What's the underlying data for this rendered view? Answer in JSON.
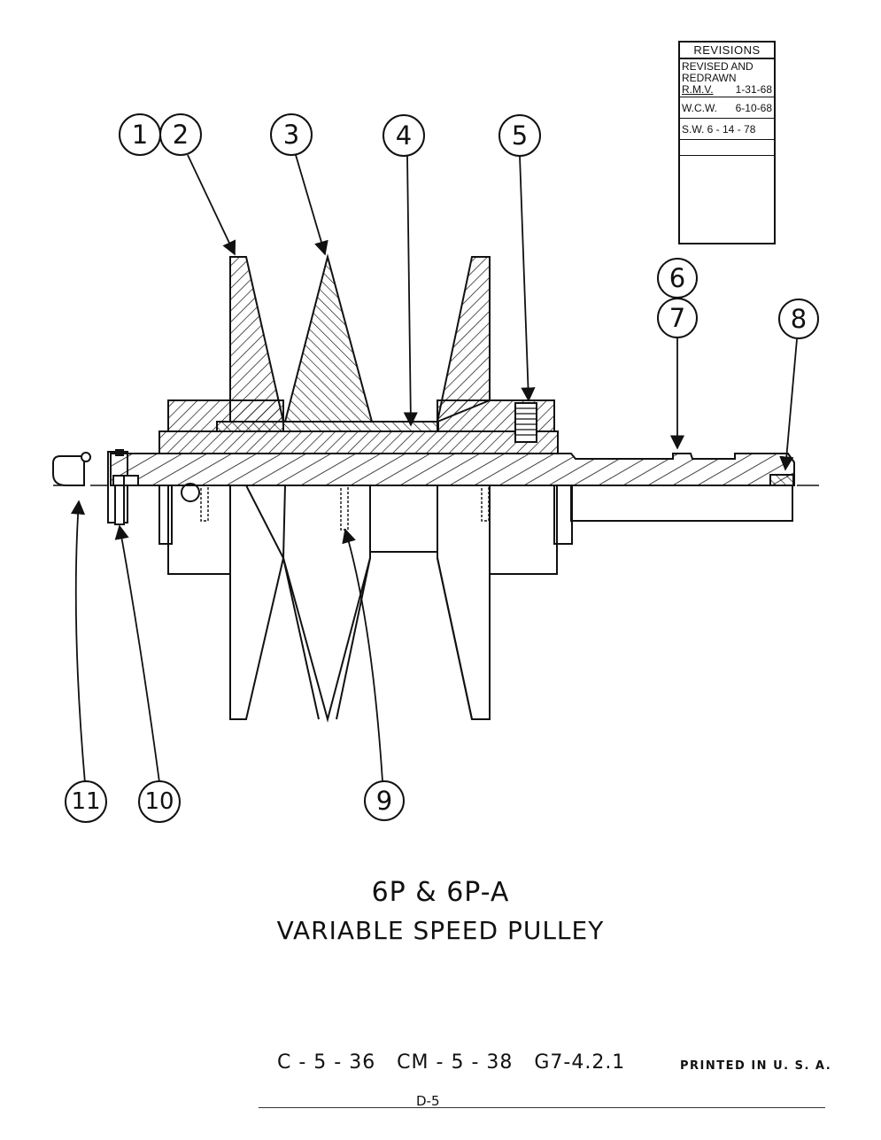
{
  "revisions": {
    "title": "REVISIONS",
    "entry1": {
      "line1": "REVISED AND",
      "line2": "REDRAWN",
      "initials": "R.M.V.",
      "date": "1-31-68"
    },
    "entry2": {
      "initials": "W.C.W.",
      "date": "6-10-68"
    },
    "entry3": {
      "text": "S.W. 6 - 14 - 78"
    }
  },
  "callouts": [
    "1",
    "2",
    "3",
    "4",
    "5",
    "6",
    "7",
    "8",
    "9",
    "10",
    "11"
  ],
  "title": {
    "line1": "6P & 6P-A",
    "line2": "VARIABLE SPEED PULLEY"
  },
  "footer": {
    "drawing_numbers": "C - 5 - 36   CM - 5 - 38   G7-4.2.1",
    "printed": "PRINTED IN U. S. A.",
    "page_id": "D-5"
  },
  "colors": {
    "ink": "#111111",
    "paper": "#ffffff"
  }
}
